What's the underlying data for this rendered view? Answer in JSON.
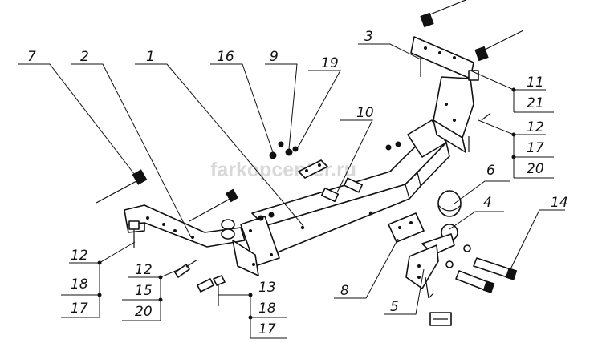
{
  "watermark": "farkopcenter.ru",
  "callouts": {
    "c1": "1",
    "c2": "2",
    "c3": "3",
    "c4": "4",
    "c5": "5",
    "c6": "6",
    "c7": "7",
    "c8": "8",
    "c9": "9",
    "c10": "10",
    "c14": "14",
    "c16": "16",
    "c19": "19"
  },
  "stacks": {
    "s11": [
      "11",
      "21"
    ],
    "s12r": [
      "12",
      "17",
      "20"
    ],
    "s12l": [
      "12",
      "18",
      "17"
    ],
    "s12m": [
      "12",
      "15",
      "20"
    ],
    "s13": [
      "13",
      "18",
      "17"
    ]
  },
  "colors": {
    "line": "#111111",
    "watermark": "#d8d8d8",
    "background": "#ffffff"
  }
}
